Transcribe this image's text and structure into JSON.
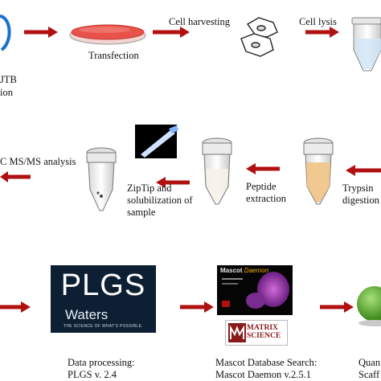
{
  "steps": {
    "ptb_fragment": "JTB",
    "ion_fragment": "ion",
    "transfection": "Transfection",
    "cell_harvesting": "Cell harvesting",
    "cell_lysis": "Cell lysis",
    "lcms_analysis": "C MS/MS analysis",
    "ziptip_line1": "ZipTip and",
    "ziptip_line2": "solubilization of",
    "ziptip_line3": "sample",
    "peptide_line1": "Peptide",
    "peptide_line2": "extraction",
    "trypsin_line1": "Trypsin",
    "trypsin_line2": "digestion",
    "data_processing_line1": "Data processing:",
    "data_processing_line2": "PLGS v. 2.4",
    "mascot_line1": "Mascot Database Search:",
    "mascot_line2": "Mascot Daemon v.2.5.1",
    "quant_fragment_line1": "Quan",
    "quant_fragment_line2": "Scaff"
  },
  "logos": {
    "plgs_title": "PLGS",
    "plgs_waters": "Waters",
    "plgs_tagline": "THE SCIENCE OF WHAT'S POSSIBLE.",
    "mascot_word": "Mascot",
    "mascot_daemon": "Daemon",
    "matrix_line1": "MATRIX",
    "matrix_line2": "SCIENCE"
  },
  "colors": {
    "arrow": "#b01010",
    "dish_medium": "#e8524a",
    "digestion_liquid": "#f0c890",
    "plgs_bg": "#0c1f33"
  }
}
